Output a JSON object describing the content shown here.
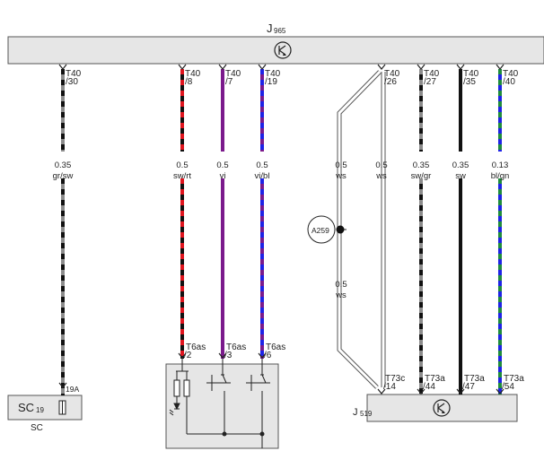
{
  "top_unit": {
    "name": "J",
    "sub": "965"
  },
  "bottom_unit": {
    "name": "J",
    "sub": "519"
  },
  "left_unit": {
    "name": "SC",
    "sub": "19",
    "caption": "SC",
    "pin": "19A"
  },
  "node": {
    "name": "A259"
  },
  "wires": [
    {
      "id": "w30",
      "pin_top": [
        "T40",
        "/30"
      ],
      "size": "0.35",
      "color": "gr/sw",
      "pin_bottom": [
        "",
        ""
      ]
    },
    {
      "id": "w8",
      "pin_top": [
        "T40",
        "/8"
      ],
      "size": "0.5",
      "color": "sw/rt",
      "pin_bottom": [
        "T6as",
        "/2"
      ]
    },
    {
      "id": "w7",
      "pin_top": [
        "T40",
        "/7"
      ],
      "size": "0.5",
      "color": "vi",
      "pin_bottom": [
        "T6as",
        "/3"
      ]
    },
    {
      "id": "w19",
      "pin_top": [
        "T40",
        "/19"
      ],
      "size": "0.5",
      "color": "vi/bl",
      "pin_bottom": [
        "T6as",
        "/6"
      ]
    },
    {
      "id": "w26",
      "pin_top": [
        "T40",
        "/26"
      ],
      "size": "0.5",
      "color": "ws",
      "pin_bottom": [
        "T73c",
        "/14"
      ]
    },
    {
      "id": "w27",
      "pin_top": [
        "T40",
        "/27"
      ],
      "size": "0.35",
      "color": "sw/gr",
      "pin_bottom": [
        "T73a",
        "/44"
      ]
    },
    {
      "id": "w35",
      "pin_top": [
        "T40",
        "/35"
      ],
      "size": "0.35",
      "color": "sw",
      "pin_bottom": [
        "T73a",
        "/47"
      ]
    },
    {
      "id": "w40",
      "pin_top": [
        "T40",
        "/40"
      ],
      "size": "0.13",
      "color": "bl/gn",
      "pin_bottom": [
        "T73a",
        "/54"
      ]
    }
  ],
  "branch_labels": [
    {
      "size": "0.5",
      "color": "ws"
    },
    {
      "size": "0.5",
      "color": "ws"
    }
  ],
  "palette": {
    "grey": "#8c8c8c",
    "black": "#111111",
    "red": "#e0141e",
    "violet": "#7b1a8c",
    "blue": "#1e23e6",
    "green": "#1e8c3c",
    "unit_fill": "#e6e6e6",
    "outline": "#555555"
  }
}
